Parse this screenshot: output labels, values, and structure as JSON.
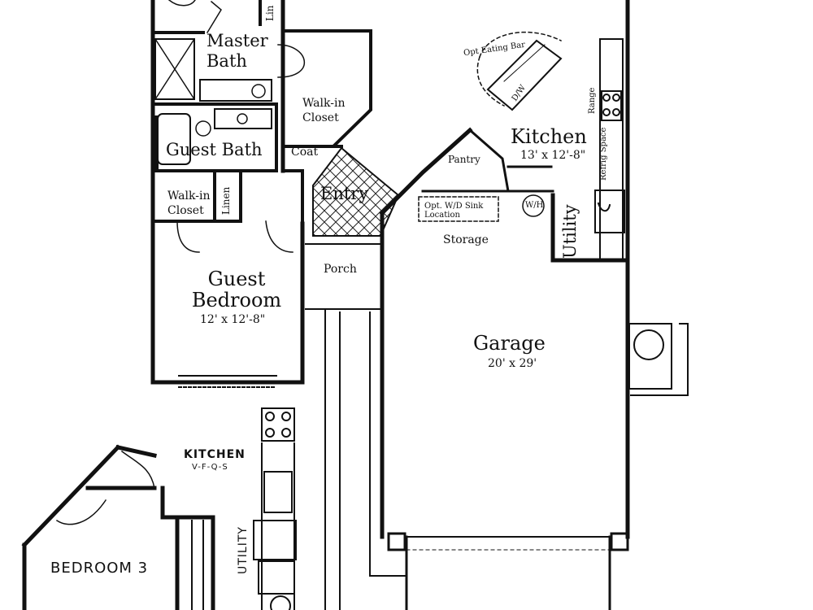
{
  "rooms": {
    "master_bath": "Master\nBath",
    "linen_top": "Lin",
    "walk_in_closet_master": "Walk-in\nCloset",
    "guest_bath": "Guest Bath",
    "coat": "Coat",
    "walk_in_closet_guest": "Walk-in\nCloset",
    "linen_guest": "Linen",
    "entry": "Entry",
    "guest_bedroom": "Guest\nBedroom",
    "guest_bedroom_dim": "12' x 12'-8\"",
    "porch": "Porch",
    "kitchen": "Kitchen",
    "kitchen_dim": "13' x 12'-8\"",
    "pantry": "Pantry",
    "storage": "Storage",
    "utility": "Utility",
    "garage": "Garage",
    "garage_dim": "20' x 29'",
    "dining_opt": "Opt Eating Bar",
    "dw": "D/W",
    "storage_opt": "Opt. W/D Sink Location",
    "wh": "W/H",
    "kitchen_small": "KITCHEN",
    "kitchen_small_sub": "V-F-Q-S",
    "utility_small": "UTILITY",
    "bedroom3": "BEDROOM 3",
    "range": "Range",
    "refrig": "Refrig Space"
  }
}
